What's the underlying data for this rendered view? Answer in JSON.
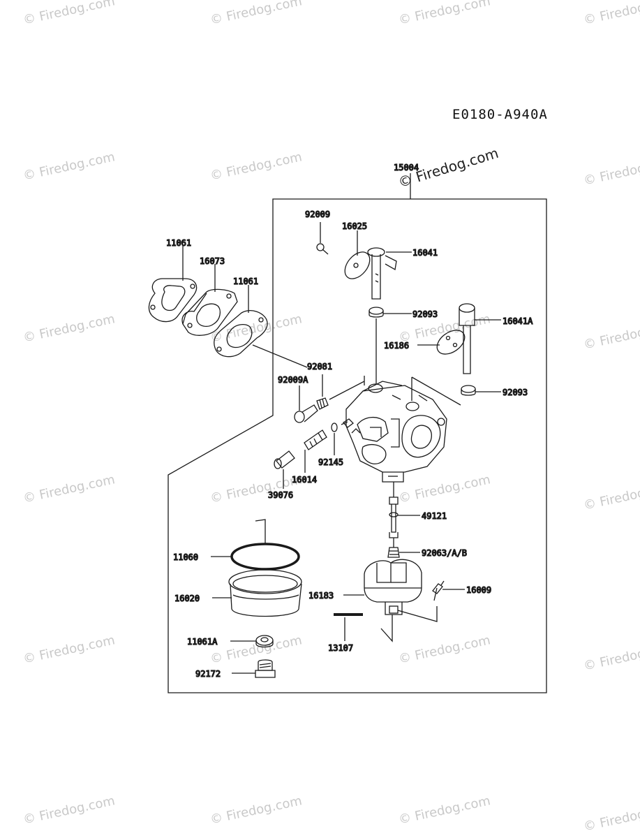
{
  "diagram_code": "E0180-A940A",
  "watermark_text": "© Firedog.com",
  "callouts": {
    "c15004": "15004",
    "c92009": "92009",
    "c16025": "16025",
    "c16041": "16041",
    "c92093a": "92093",
    "c16041A": "16041A",
    "c16186": "16186",
    "c92093b": "92093",
    "c11061a": "11061",
    "c16073": "16073",
    "c11061b": "11061",
    "c92081": "92081",
    "c92009A": "92009A",
    "c92145": "92145",
    "c16014": "16014",
    "c39076": "39076",
    "c49121": "49121",
    "c92063": "92063/A/B",
    "c11060": "11060",
    "c16020": "16020",
    "c16183": "16183",
    "c16009": "16009",
    "c11061A": "11061A",
    "c13107": "13107",
    "c92172": "92172"
  }
}
